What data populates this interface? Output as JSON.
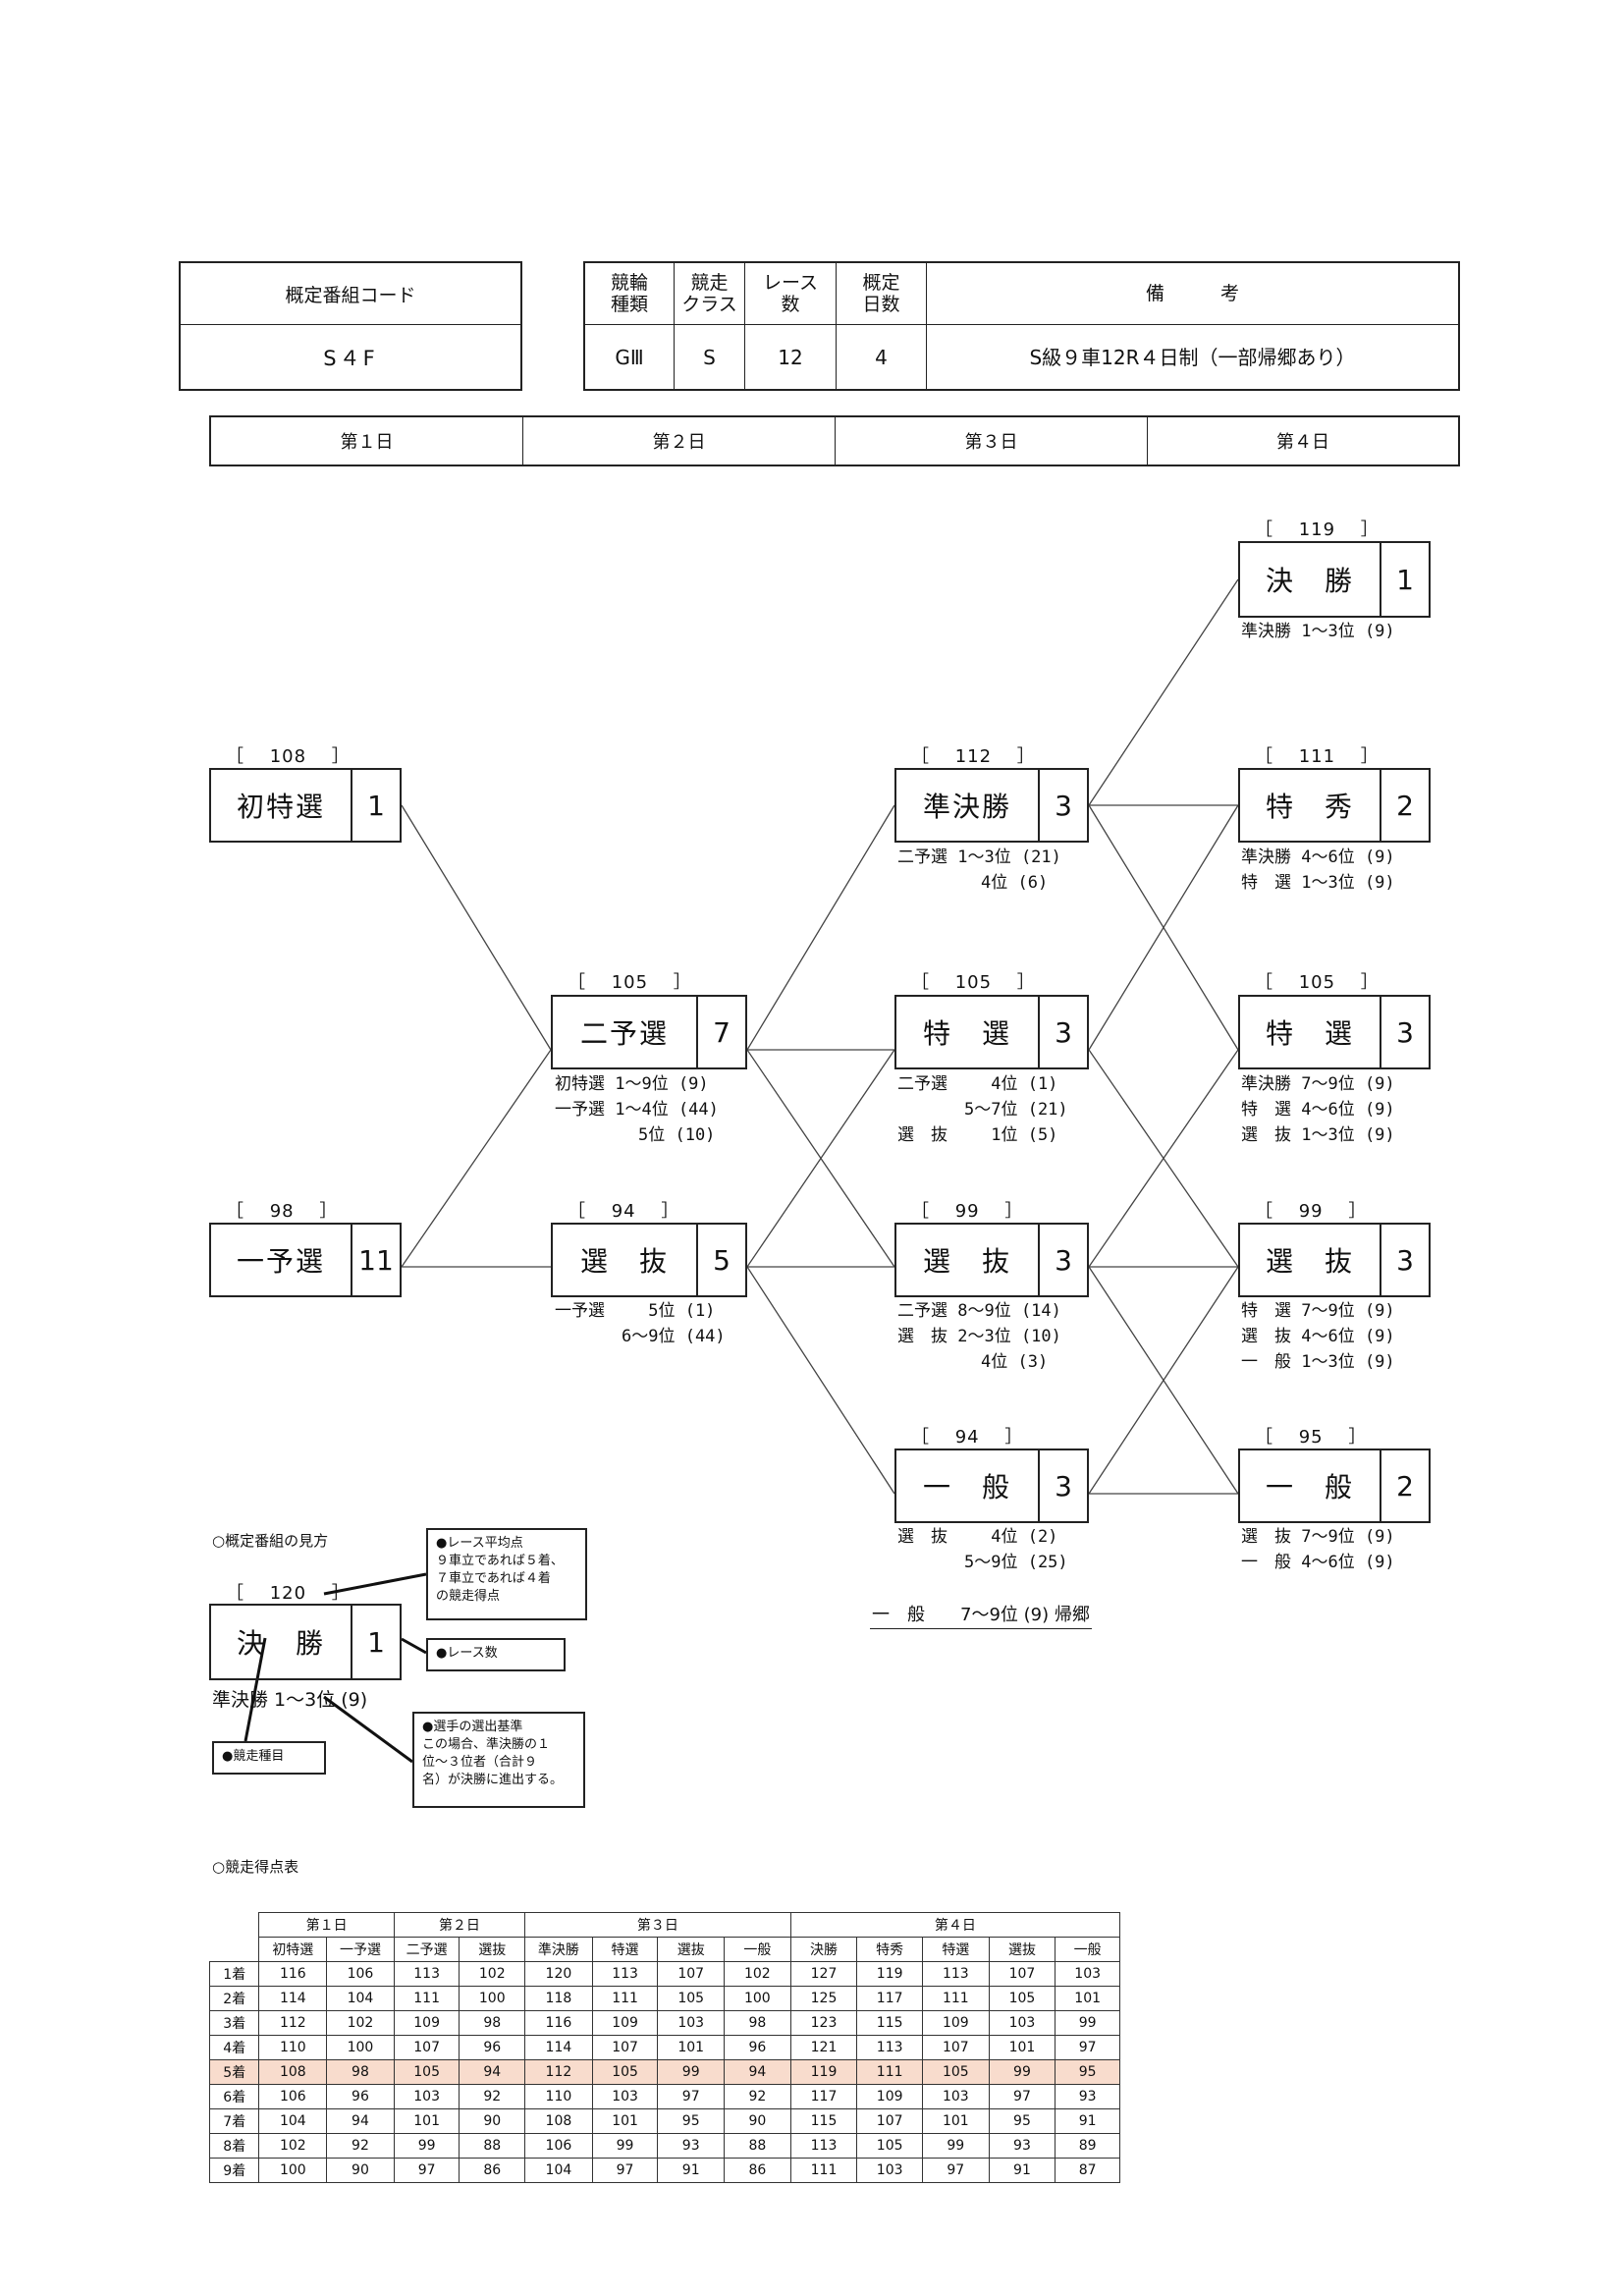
{
  "header": {
    "code_label": "概定番組コード",
    "code_value": "S４F",
    "cols": [
      {
        "label": "競輪\n種類",
        "value": "GⅢ"
      },
      {
        "label": "競走\nクラス",
        "value": "S"
      },
      {
        "label": "レース\n数",
        "value": "12"
      },
      {
        "label": "概定\n日数",
        "value": "4"
      },
      {
        "label": "備　　　考",
        "value": "S級９車12R４日制（一部帰郷あり）"
      }
    ]
  },
  "days": [
    "第１日",
    "第２日",
    "第３日",
    "第４日"
  ],
  "races": {
    "r119": {
      "avg": "［　 119　 ］",
      "name": "決　勝",
      "count": "1",
      "criteria": "準決勝 1～3位 (9)"
    },
    "r108": {
      "avg": "［　 108　 ］",
      "name": "初特選",
      "count": "1",
      "criteria": ""
    },
    "r112": {
      "avg": "［　 112　 ］",
      "name": "準決勝",
      "count": "3",
      "criteria": "二予選 1～3位 (21)\n　　　　　4位 (6)"
    },
    "r111": {
      "avg": "［　 111　 ］",
      "name": "特　秀",
      "count": "2",
      "criteria": "準決勝 4～6位 (9)\n特　選 1～3位 (9)"
    },
    "r105a": {
      "avg": "［　 105　 ］",
      "name": "二予選",
      "count": "7",
      "criteria": "初特選 1～9位 (9)\n一予選 1～4位 (44)\n　　　　　5位 (10)"
    },
    "r105b": {
      "avg": "［　 105　 ］",
      "name": "特　選",
      "count": "3",
      "criteria": "二予選　　 4位 (1)\n　　　　5～7位 (21)\n選　抜　　 1位 (5)"
    },
    "r105c": {
      "avg": "［　 105　 ］",
      "name": "特　選",
      "count": "3",
      "criteria": "準決勝 7～9位 (9)\n特　選 4～6位 (9)\n選　抜 1～3位 (9)"
    },
    "r98": {
      "avg": "［　 98　 ］",
      "name": "一予選",
      "count": "11",
      "criteria": ""
    },
    "r94a": {
      "avg": "［　 94　 ］",
      "name": "選　抜",
      "count": "5",
      "criteria": "一予選　　 5位 (1)\n　　　　6～9位 (44)"
    },
    "r99a": {
      "avg": "［　 99　 ］",
      "name": "選　抜",
      "count": "3",
      "criteria": "二予選 8～9位 (14)\n選　抜 2～3位 (10)\n　　　　　4位 (3)"
    },
    "r99b": {
      "avg": "［　 99　 ］",
      "name": "選　抜",
      "count": "3",
      "criteria": "特　選 7～9位 (9)\n選　抜 4～6位 (9)\n一　般 1～3位 (9)"
    },
    "r94b": {
      "avg": "［　 94　 ］",
      "name": "一　般",
      "count": "3",
      "criteria": "選　抜　　 4位 (2)\n　　　　5～9位 (25)"
    },
    "r95": {
      "avg": "［　 95　 ］",
      "name": "一　般",
      "count": "2",
      "criteria": "選　抜 7～9位 (9)\n一　般 4～6位 (9)"
    }
  },
  "return_note": "一　般　　7～9位 (9) 帰郷",
  "legend": {
    "title": "○概定番組の見方",
    "avg": "［　 120　 ］",
    "name": "決　勝",
    "count": "1",
    "criteria": "準決勝 1～3位 (9)",
    "note_avg": "●レース平均点\n９車立であれば５着、\n７車立であれば４着\nの競走得点",
    "note_count": "●レース数",
    "note_criteria": "●選手の選出基準\nこの場合、準決勝の１\n位～３位者（合計９\n名）が決勝に進出する。",
    "note_event": "●競走種目"
  },
  "score_table": {
    "title": "○競走得点表",
    "days": [
      "第１日",
      "第２日",
      "第３日",
      "第４日"
    ],
    "events": [
      "初特選",
      "一予選",
      "二予選",
      "選抜",
      "準決勝",
      "特選",
      "選抜",
      "一般",
      "決勝",
      "特秀",
      "特選",
      "選抜",
      "一般"
    ],
    "rows": [
      {
        "place": "1着",
        "values": [
          "116",
          "106",
          "113",
          "102",
          "120",
          "113",
          "107",
          "102",
          "127",
          "119",
          "113",
          "107",
          "103"
        ]
      },
      {
        "place": "2着",
        "values": [
          "114",
          "104",
          "111",
          "100",
          "118",
          "111",
          "105",
          "100",
          "125",
          "117",
          "111",
          "105",
          "101"
        ]
      },
      {
        "place": "3着",
        "values": [
          "112",
          "102",
          "109",
          "98",
          "116",
          "109",
          "103",
          "98",
          "123",
          "115",
          "109",
          "103",
          "99"
        ]
      },
      {
        "place": "4着",
        "values": [
          "110",
          "100",
          "107",
          "96",
          "114",
          "107",
          "101",
          "96",
          "121",
          "113",
          "107",
          "101",
          "97"
        ]
      },
      {
        "place": "5着",
        "values": [
          "108",
          "98",
          "105",
          "94",
          "112",
          "105",
          "99",
          "94",
          "119",
          "111",
          "105",
          "99",
          "95"
        ]
      },
      {
        "place": "6着",
        "values": [
          "106",
          "96",
          "103",
          "92",
          "110",
          "103",
          "97",
          "92",
          "117",
          "109",
          "103",
          "97",
          "93"
        ]
      },
      {
        "place": "7着",
        "values": [
          "104",
          "94",
          "101",
          "90",
          "108",
          "101",
          "95",
          "90",
          "115",
          "107",
          "101",
          "95",
          "91"
        ]
      },
      {
        "place": "8着",
        "values": [
          "102",
          "92",
          "99",
          "88",
          "106",
          "99",
          "93",
          "88",
          "113",
          "105",
          "99",
          "93",
          "89"
        ]
      },
      {
        "place": "9着",
        "values": [
          "100",
          "90",
          "97",
          "86",
          "104",
          "97",
          "91",
          "86",
          "111",
          "103",
          "97",
          "91",
          "87"
        ]
      }
    ],
    "highlight_color": "#f8dccd"
  }
}
